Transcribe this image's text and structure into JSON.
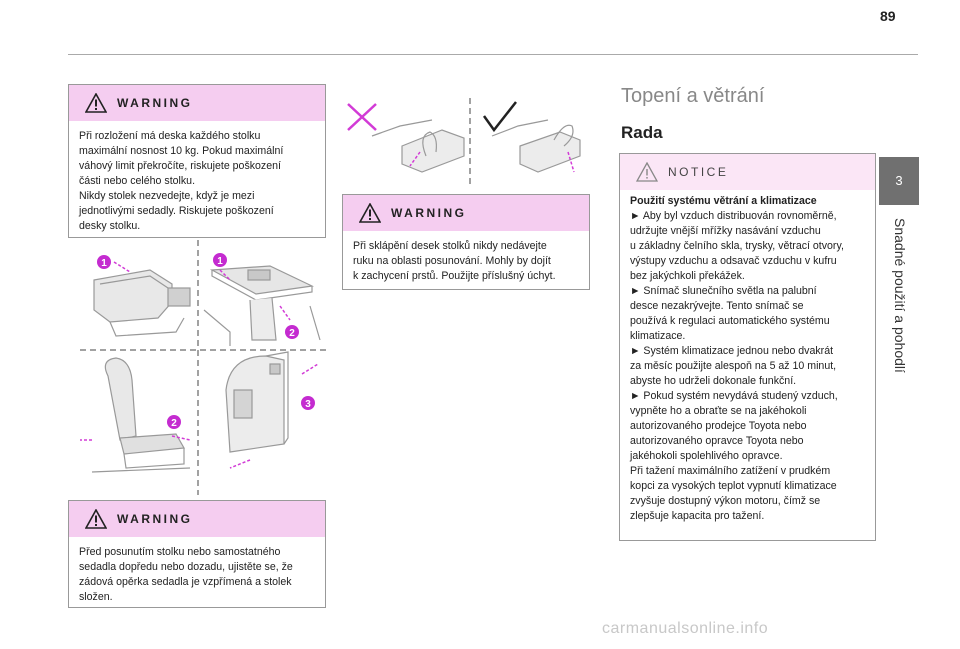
{
  "page_number": "89",
  "chapter": {
    "number": "3",
    "title": "Snadné použití a pohodlí"
  },
  "warning1": {
    "label": "WARNING",
    "lines": [
      "Při rozložení má deska každého stolku",
      "maximální nosnost 10 kg. Pokud maximální",
      "váhový limit překročíte, riskujete poškození",
      "části nebo celého stolku.",
      "Nikdy stolek nezvedejte, když je mezi",
      "jednotlivými sedadly. Riskujete poškození",
      "desky stolku."
    ]
  },
  "warning2": {
    "label": "WARNING",
    "lines": [
      "Při sklápění desek stolků nikdy nedávejte",
      "ruku na oblasti posunování. Mohly by dojít",
      "k zachycení prstů. Použijte příslušný úchyt."
    ]
  },
  "warning3": {
    "label": "WARNING",
    "lines": [
      "Před posunutím stolku nebo samostatného",
      "sedadla dopředu nebo dozadu, ujistěte se, že",
      "zádová opěrka sedadla je vzpřímená a stolek",
      "složen."
    ]
  },
  "illustration_badges": [
    "1",
    "1",
    "2",
    "2",
    "3"
  ],
  "section_title": "Topení a větrání",
  "subsection_title": "Rada",
  "notice": {
    "label": "NOTICE",
    "bold_line": "Použití systému větrání a klimatizace",
    "lines": [
      "► Aby byl vzduch distribuován rovnoměrně,",
      "udržujte vnější mřížky nasávání vzduchu",
      "u základny čelního skla, trysky, větrací otvory,",
      "výstupy vzduchu a odsavač vzduchu v kufru",
      "bez jakýchkoli překážek.",
      "► Snímač slunečního světla na palubní",
      "desce nezakrývejte. Tento snímač se",
      "používá k regulaci automatického systému",
      "klimatizace.",
      "► Systém klimatizace jednou nebo dvakrát",
      "za měsíc použijte alespoň na 5 až 10 minut,",
      "abyste ho udrželi dokonale funkční.",
      "► Pokud systém nevydává studený vzduch,",
      "vypněte ho a obraťte se na jakéhokoli",
      "autorizovaného prodejce Toyota nebo",
      "autorizovaného opravce Toyota nebo",
      "jakéhokoli spolehlivého opravce.",
      "Při tažení maximálního zatížení v prudkém",
      "kopci za vysokých teplot vypnutí klimatizace",
      "zvyšuje dostupný výkon motoru, čímž se",
      "zlepšuje kapacita pro tažení."
    ]
  },
  "watermark": "carmanualsonline.info",
  "colors": {
    "warning_header": "#f5cdf0",
    "notice_header": "#fbe6f6",
    "badge": "#c42bd0",
    "tab": "#707070"
  }
}
